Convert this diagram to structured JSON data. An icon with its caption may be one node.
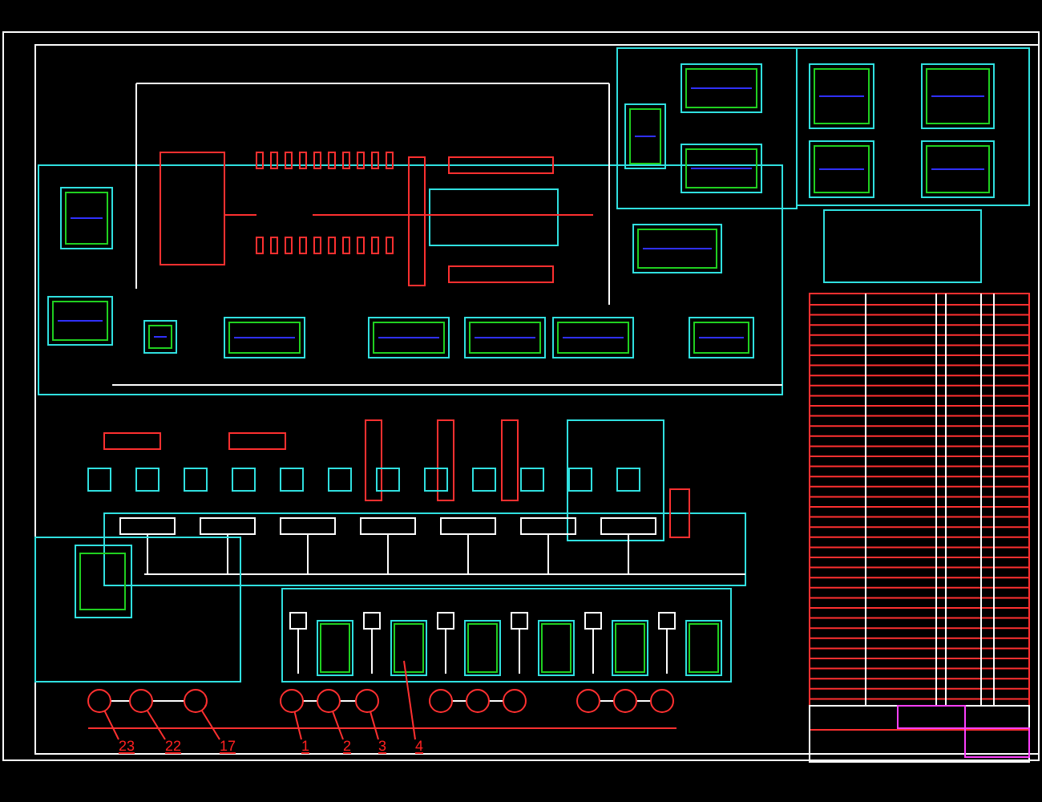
{
  "diagram": {
    "nodes": [
      {
        "text": [],
        "shape": "circle"
      },
      {
        "text": [],
        "shape": "circle"
      },
      {
        "text": [],
        "shape": "circle"
      },
      {
        "text": [],
        "shape": "circle"
      },
      {
        "text": [],
        "shape": "circle"
      },
      {
        "text": [],
        "shape": "circle"
      },
      {
        "text": [],
        "shape": "circle"
      },
      {
        "text": [],
        "shape": "circle"
      },
      {
        "text": [],
        "shape": "circle"
      },
      {
        "text": [],
        "shape": "circle"
      },
      {
        "text": [],
        "shape": "circle"
      },
      {
        "text": [],
        "shape": "circle"
      },
      {
        "text": [
          "23"
        ]
      },
      {
        "text": [
          "22"
        ]
      },
      {
        "text": [
          "17"
        ]
      },
      {
        "text": [
          "1"
        ]
      },
      {
        "text": [
          "2"
        ]
      },
      {
        "text": [
          "3"
        ]
      },
      {
        "text": [
          "4"
        ]
      }
    ],
    "edges": [
      {
        "from": 0,
        "to": 1,
        "arrow": "none"
      },
      {
        "from": 1,
        "to": 2,
        "arrow": "none"
      },
      {
        "from": 3,
        "to": 4,
        "arrow": "none"
      },
      {
        "from": 4,
        "to": 5,
        "arrow": "none"
      },
      {
        "from": 6,
        "to": 7,
        "arrow": "none"
      },
      {
        "from": 7,
        "to": 8,
        "arrow": "none"
      },
      {
        "from": 9,
        "to": 10,
        "arrow": "none"
      },
      {
        "from": 10,
        "to": 11,
        "arrow": "none"
      },
      {
        "from": 12,
        "to": 0,
        "arrow": "none",
        "color": "#ff3030"
      },
      {
        "from": 13,
        "to": 1,
        "arrow": "none",
        "color": "#ff3030"
      },
      {
        "from": 14,
        "to": 2,
        "arrow": "none",
        "color": "#ff3030"
      },
      {
        "from": 15,
        "to": 3,
        "arrow": "none",
        "color": "#ff3030"
      },
      {
        "from": 16,
        "to": 4,
        "arrow": "none",
        "color": "#ff3030"
      },
      {
        "from": 17,
        "to": 5,
        "arrow": "none",
        "color": "#ff3030"
      },
      {
        "from": 18,
        "to": null,
        "arrow": "none",
        "color": "#ff3030"
      }
    ]
  }
}
